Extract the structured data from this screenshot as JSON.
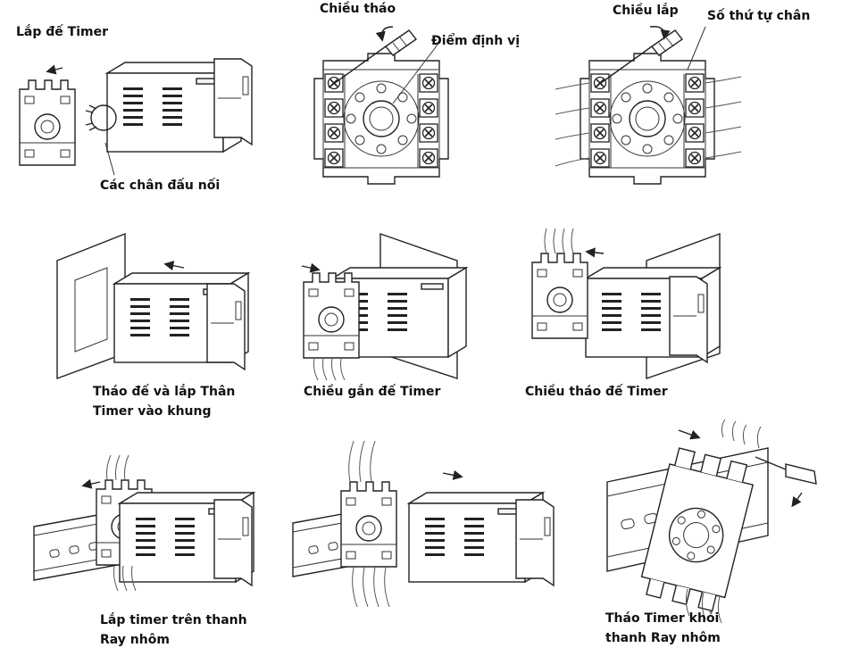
{
  "labels": {
    "install_base": "Lắp đế Timer",
    "connection_pins": "Các chân đấu nối",
    "remove_direction": "Chiều tháo",
    "locating_point": "Điểm định vị",
    "install_direction": "Chiều lắp",
    "pin_numbers": "Số thứ tự chân",
    "remove_base_mount_frame_line1": "Tháo đế và lắp Thân",
    "remove_base_mount_frame_line2": "Timer vào khung",
    "base_attach_direction": "Chiều gắn đế Timer",
    "base_remove_direction": "Chiều tháo đế Timer",
    "mount_on_rail_line1": "Lắp timer trên thanh",
    "mount_on_rail_line2": "Ray nhôm",
    "remove_from_rail_line1": "Tháo Timer khỏi",
    "remove_from_rail_line2": "thanh Ray nhôm"
  },
  "colors": {
    "ink": "#222222",
    "background": "#ffffff"
  }
}
